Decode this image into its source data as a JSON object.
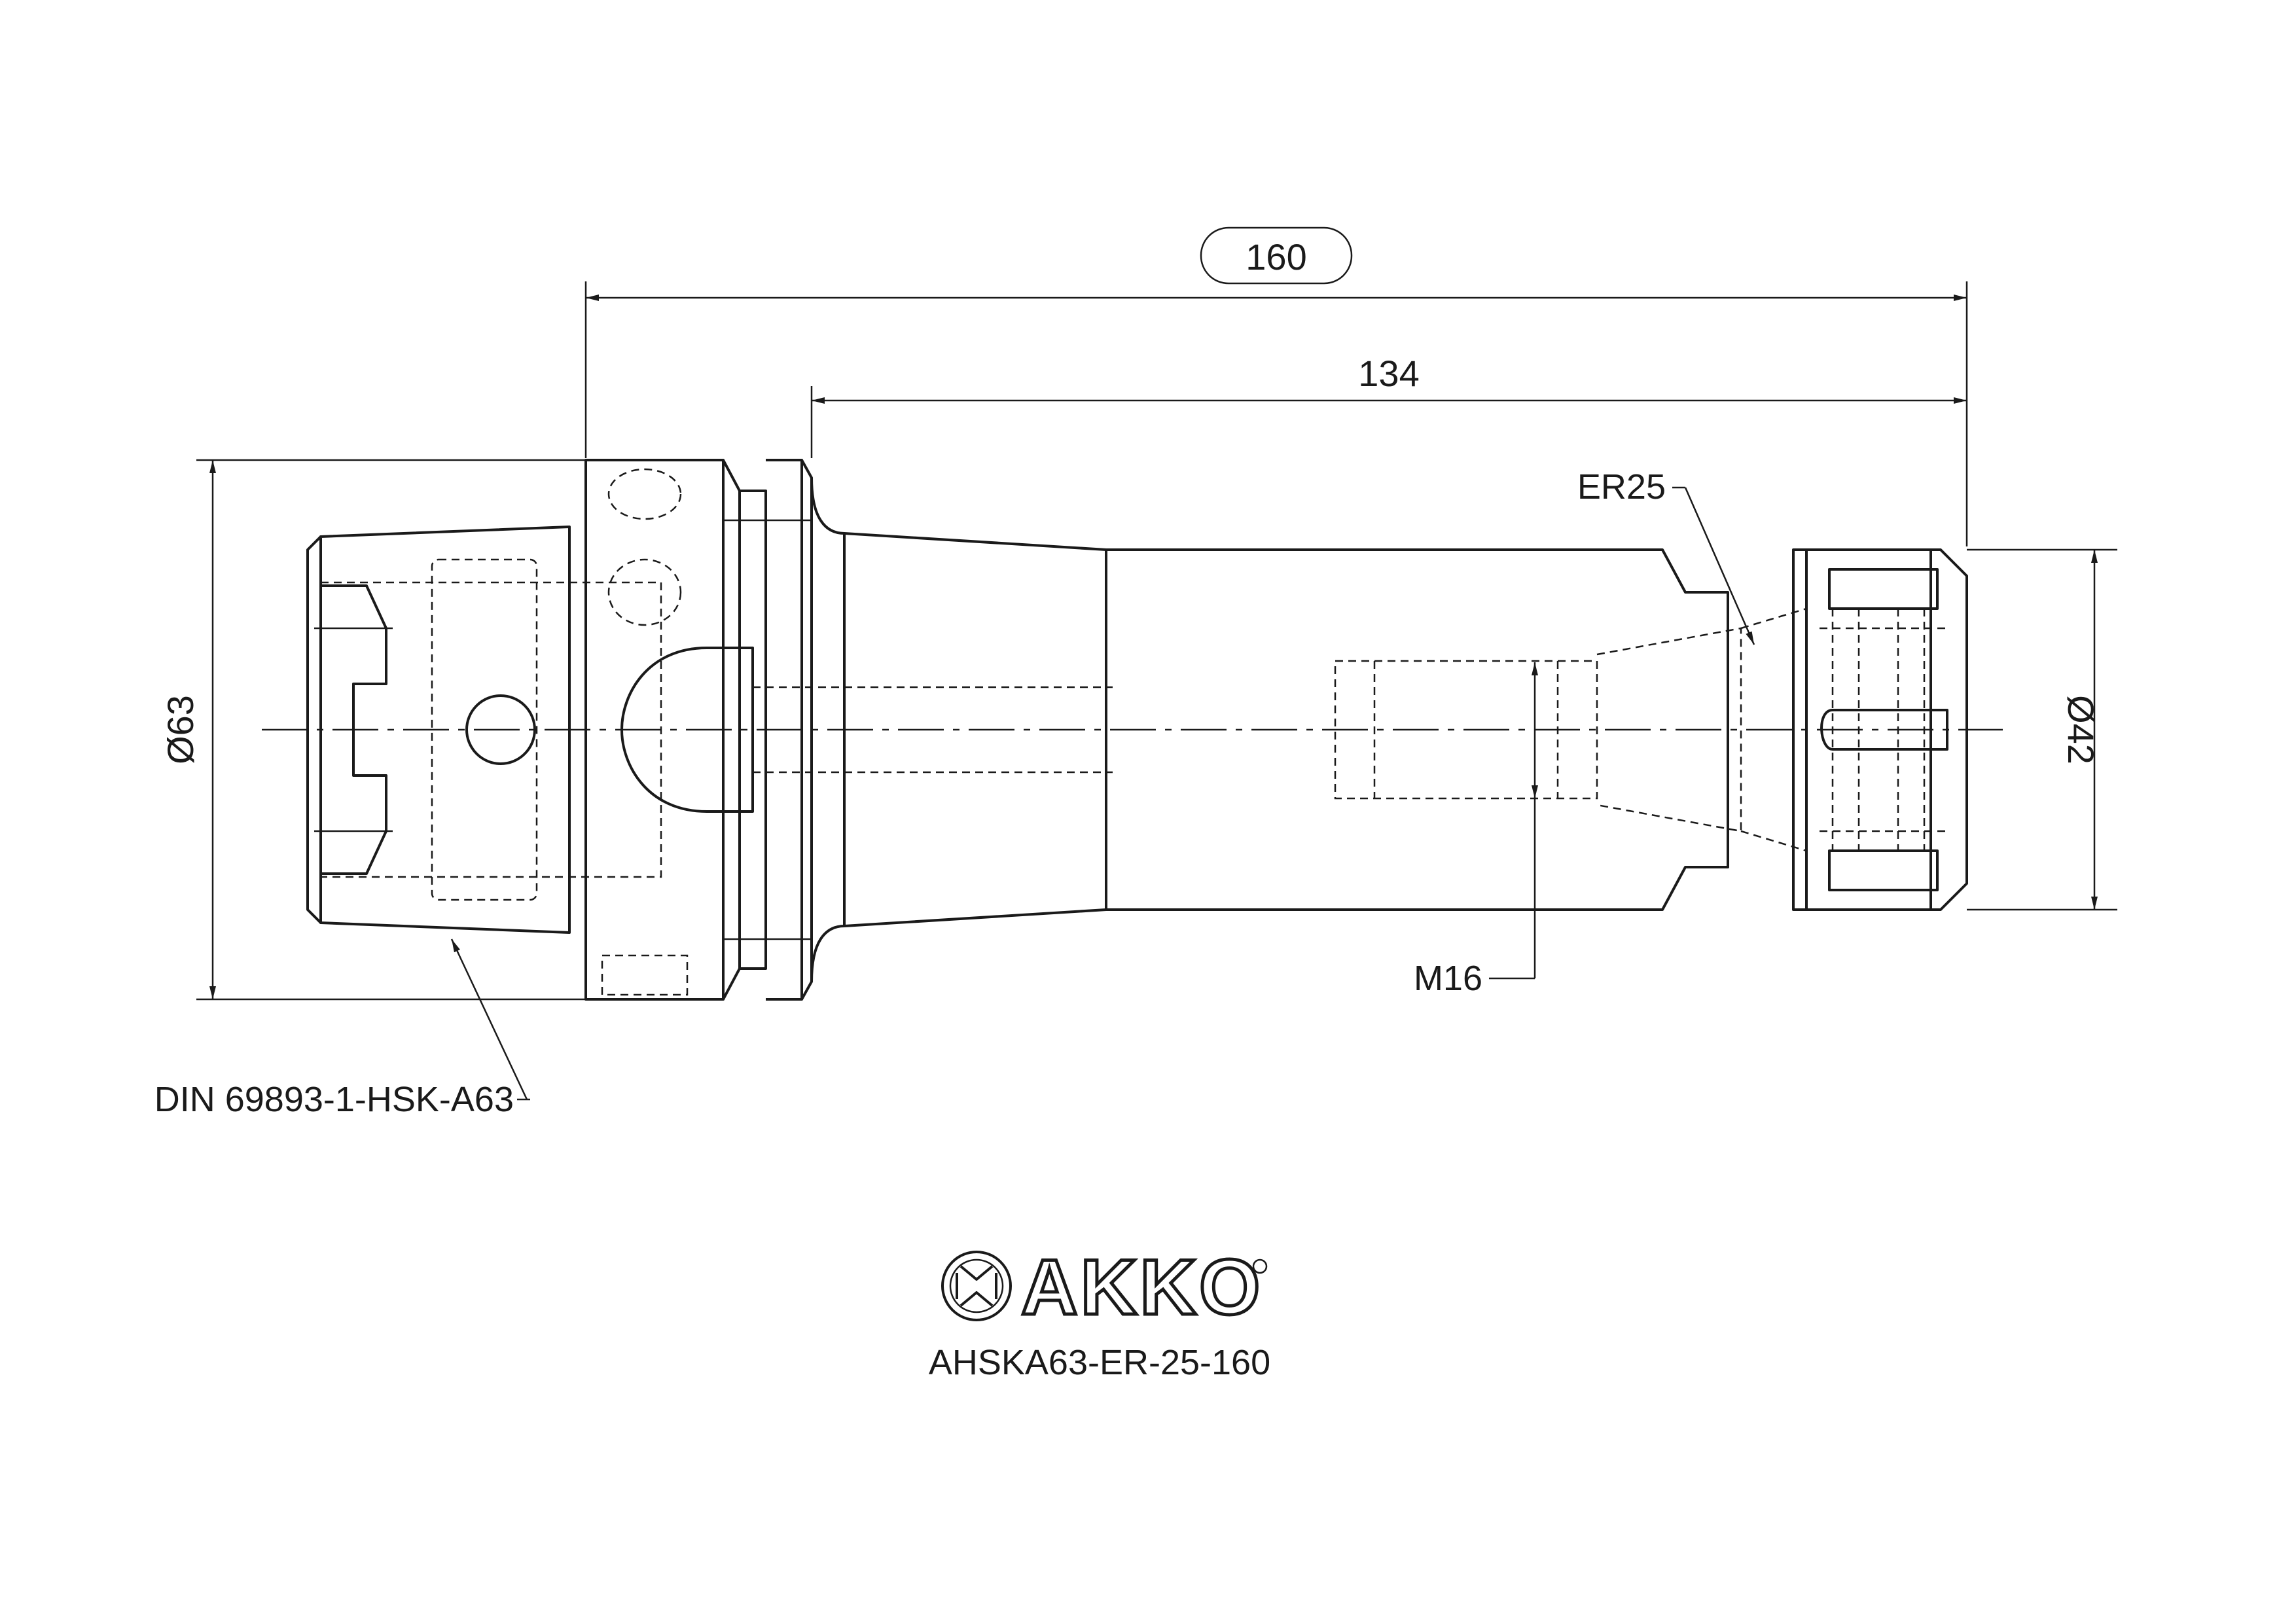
{
  "dimensions": {
    "overall_length": "160",
    "shank_length": "134",
    "flange_diameter": "Ø63",
    "nut_diameter": "Ø42"
  },
  "callouts": {
    "collet": "ER25",
    "thread": "M16",
    "taper_standard": "DIN 69893-1-HSK-A63"
  },
  "brand": {
    "name": "AKKO",
    "product_code": "AHSKA63-ER-25-160"
  }
}
